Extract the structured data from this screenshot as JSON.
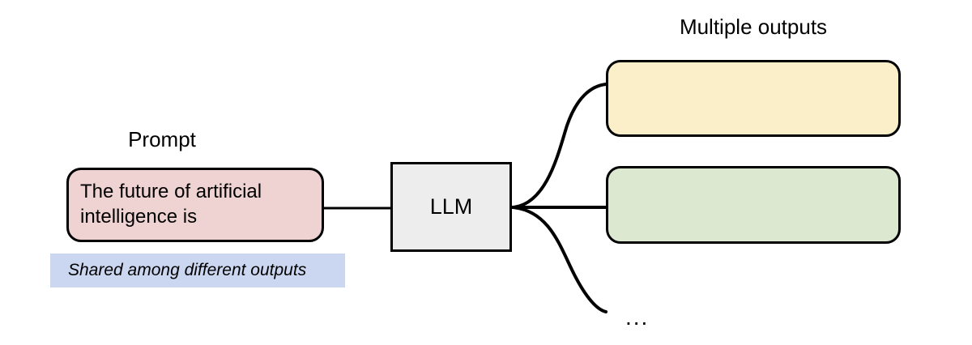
{
  "diagram": {
    "title_hidden": "",
    "prompt_section": {
      "caption": "Prompt",
      "box_text": "The future of artificial intelligence is",
      "box_fill": "#EFD2D2",
      "annotation": "Shared among different outputs",
      "annotation_fill": "#CBD6F0"
    },
    "model": {
      "label": "LLM",
      "fill": "#EDEDED"
    },
    "outputs_section": {
      "caption": "Multiple outputs",
      "ellipsis": "...",
      "boxes": [
        {
          "text": "",
          "fill": "#FAEFC9"
        },
        {
          "text": "",
          "fill": "#DCE8D0"
        }
      ]
    },
    "stroke_color": "#000000",
    "background": "#ffffff"
  }
}
